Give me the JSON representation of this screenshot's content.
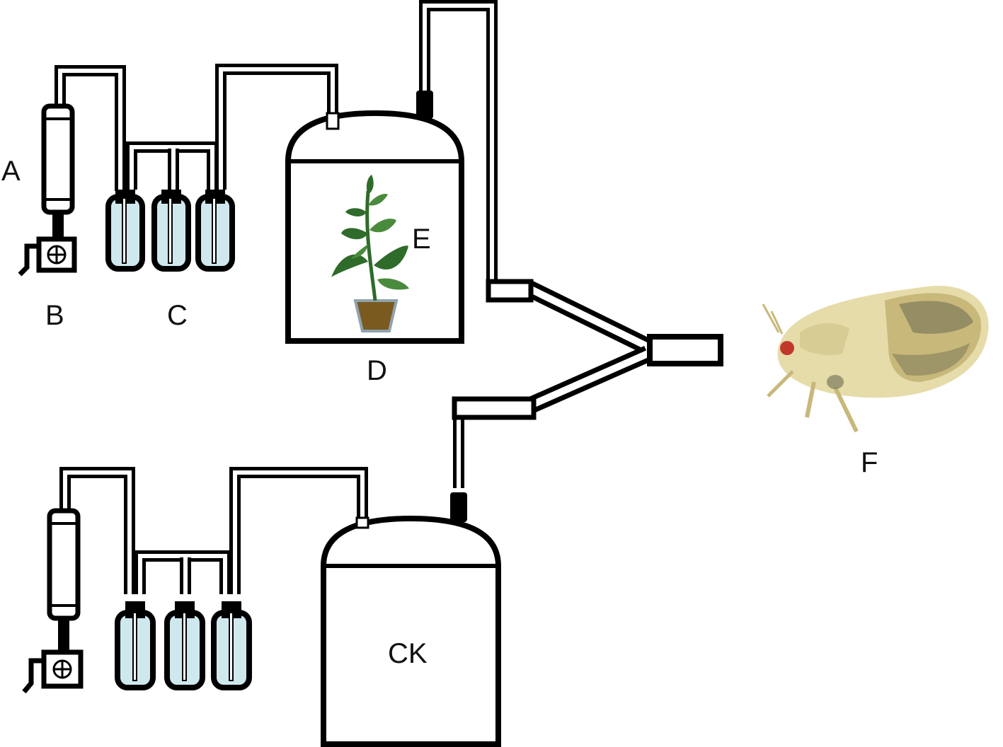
{
  "labels": {
    "a": "A",
    "b": "B",
    "c": "C",
    "d": "D",
    "e": "E",
    "f": "F",
    "ck": "CK"
  },
  "colors": {
    "stroke": "#000000",
    "liquid": "#cfe8ee",
    "plant_leaf": "#2f6b2a",
    "plant_leaf_light": "#4a8a3c",
    "soil": "#7a5a1e",
    "pot_rim": "#8fa3b0",
    "insect_body": "#e6dcaa",
    "insect_dark": "#6b6a52",
    "insect_eye": "#c0392b"
  },
  "icons": {
    "pump": "air-pump-icon",
    "filter": "charcoal-filter-icon",
    "bottle": "wash-bottle-icon",
    "chamber": "odor-chamber-icon",
    "plant": "potted-plant-icon",
    "olfactometer": "y-tube-olfactometer-icon",
    "insect": "insect-icon"
  }
}
